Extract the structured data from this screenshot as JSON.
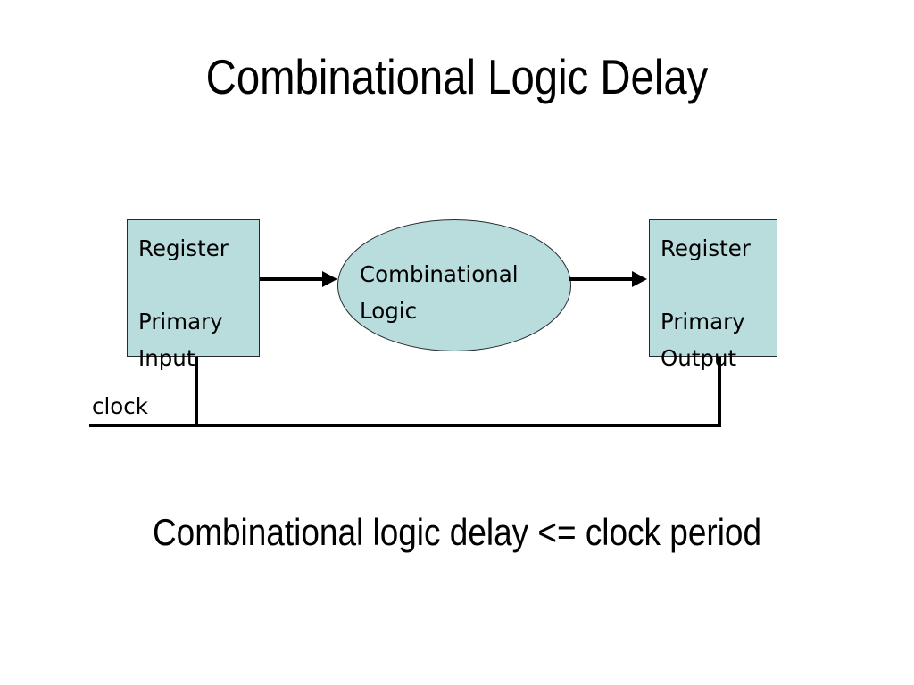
{
  "slide": {
    "title": "Combinational Logic Delay",
    "caption": "Combinational logic delay <= clock period",
    "background_color": "#ffffff",
    "text_color": "#000000"
  },
  "diagram": {
    "shape_fill_color": "#b9dcdd",
    "shape_border_color": "#262a2e",
    "wire_color": "#000000",
    "nodes": [
      {
        "id": "register-primary-input",
        "shape": "rectangle",
        "line1": "Register",
        "line2": "",
        "line3": "Primary",
        "line4": "Input"
      },
      {
        "id": "combinational-logic",
        "shape": "ellipse",
        "line1": "Combinational",
        "line2": "Logic"
      },
      {
        "id": "register-primary-output",
        "shape": "rectangle",
        "line1": "Register",
        "line2": "",
        "line3": "Primary",
        "line4": "Output"
      }
    ],
    "clock": {
      "label": "clock"
    }
  }
}
